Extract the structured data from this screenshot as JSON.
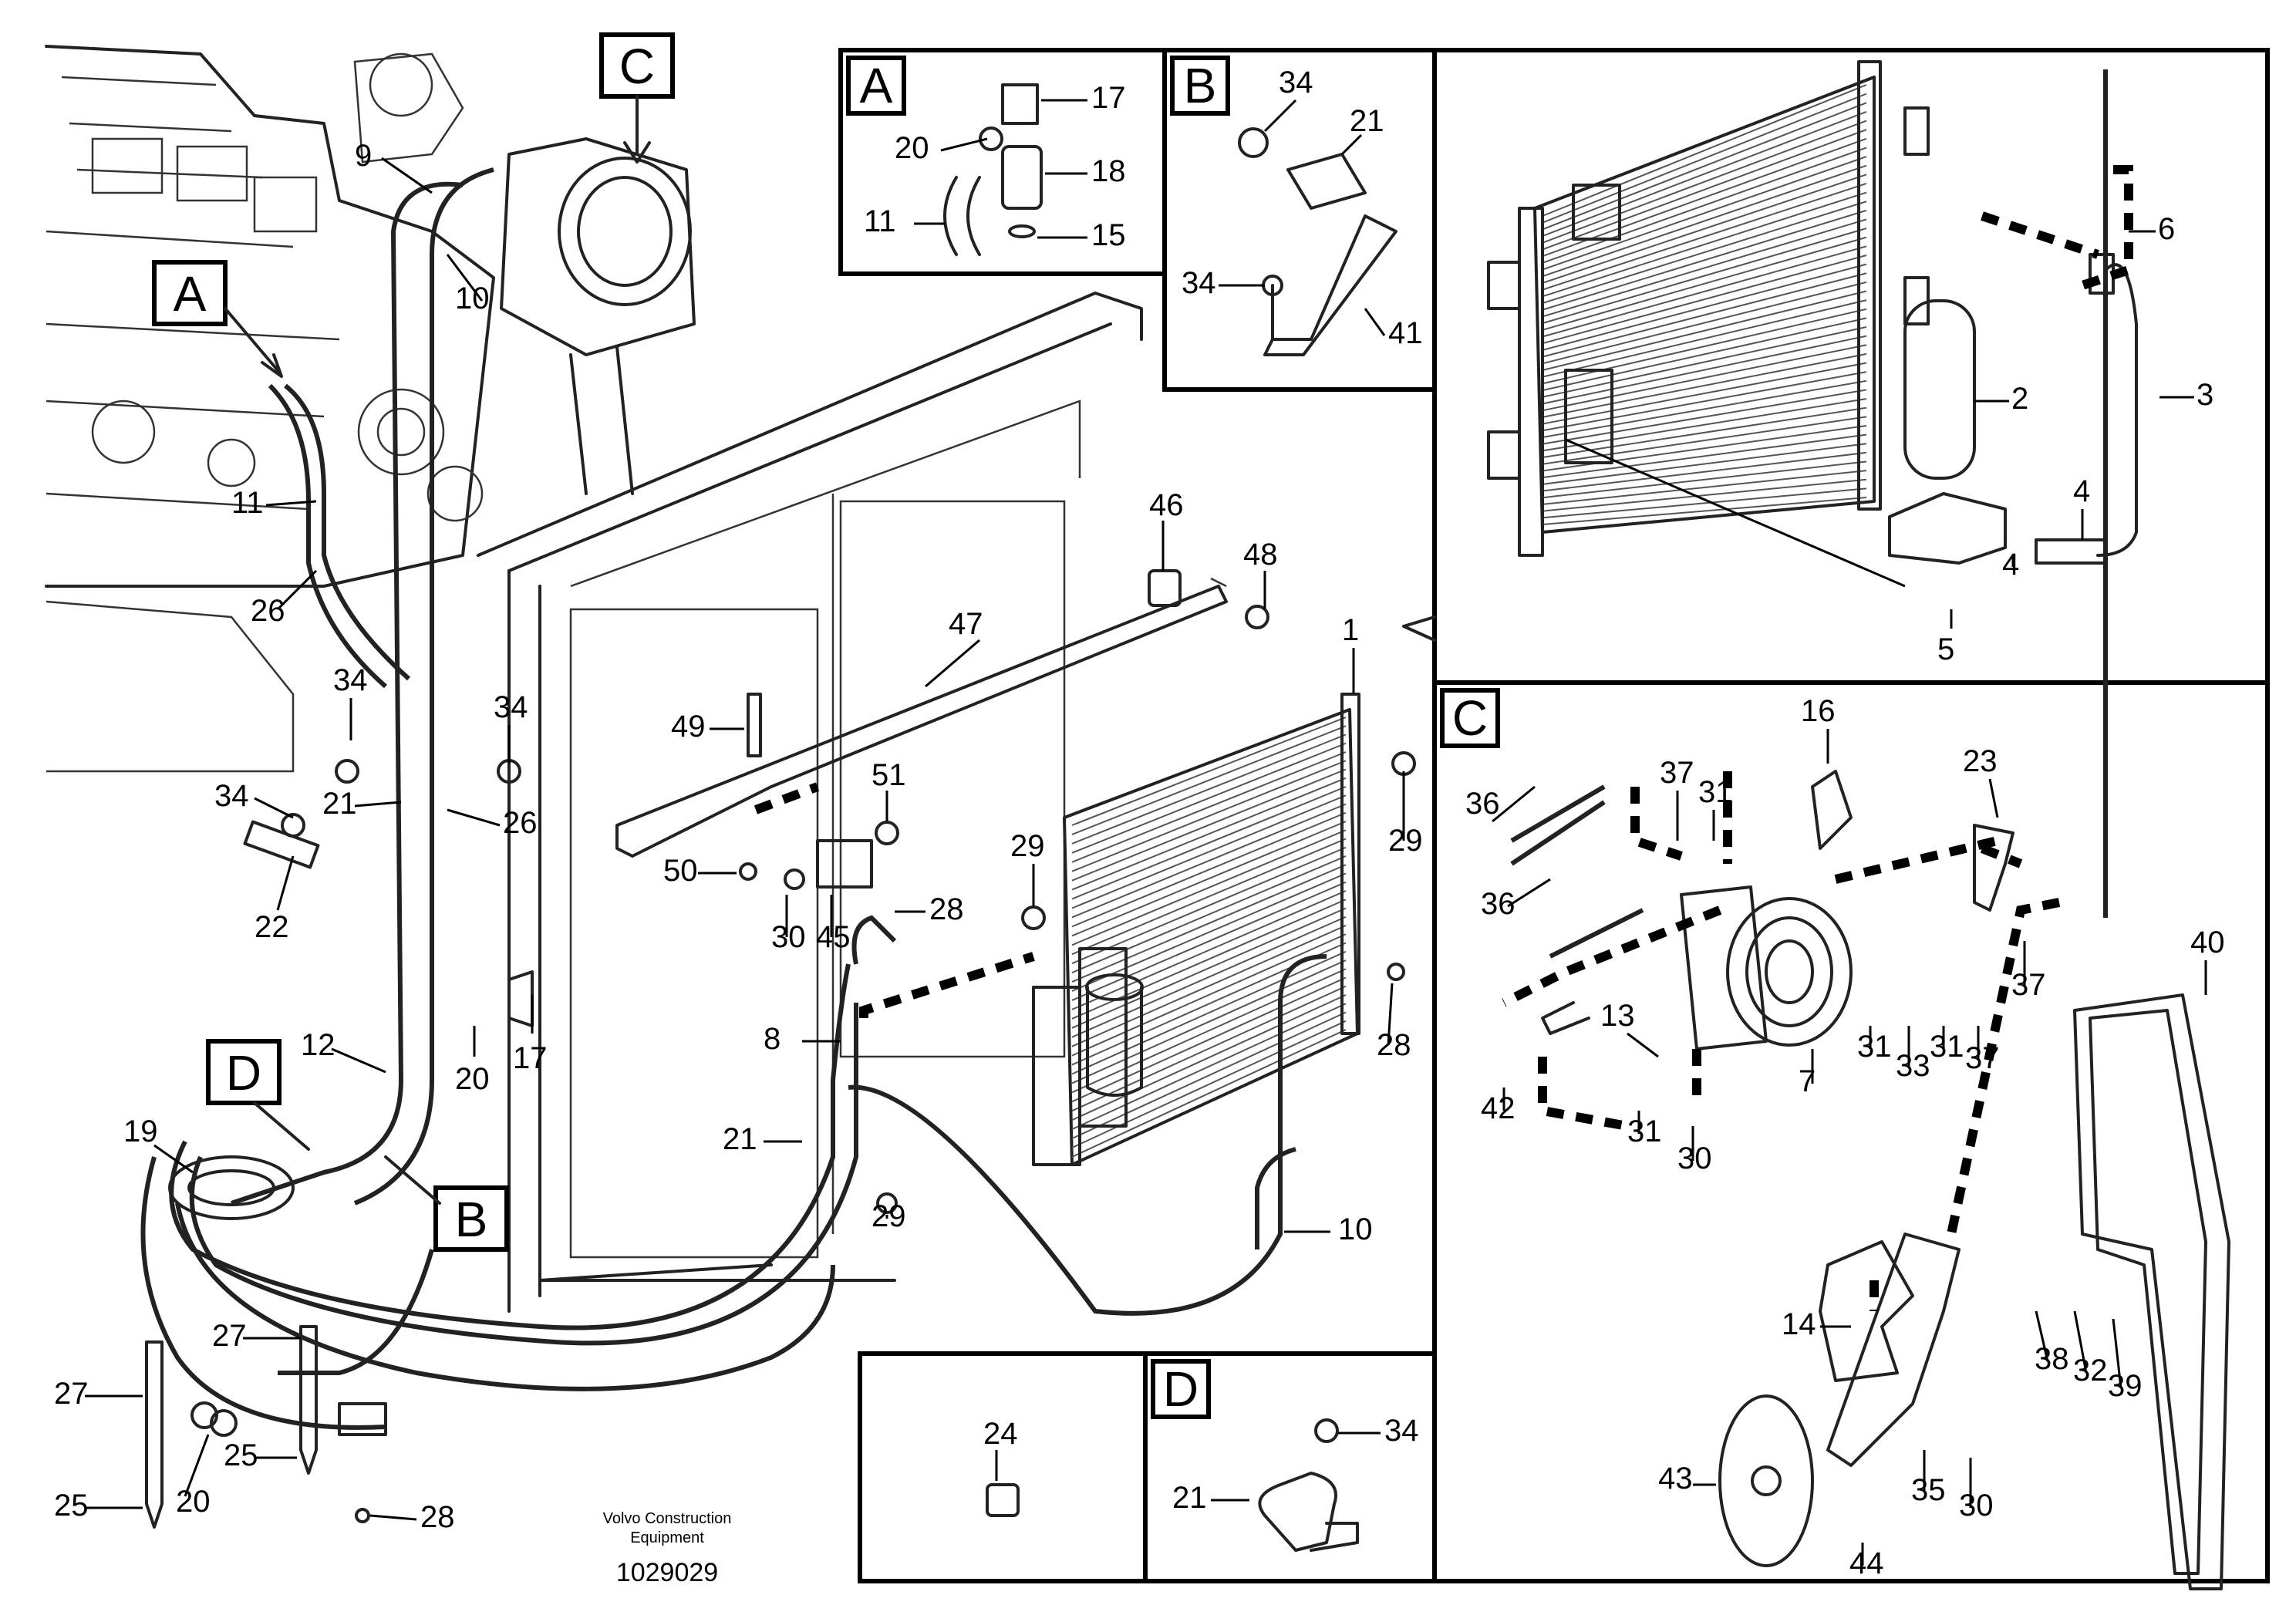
{
  "title": "",
  "footer": {
    "brand_line1": "Volvo Construction",
    "brand_line2": "Equipment",
    "drawing_number": "1029029"
  },
  "detail_boxes": {
    "a": "A",
    "b": "B",
    "c": "C",
    "d": "D"
  },
  "callouts": {
    "a": "A",
    "b": "B",
    "c": "C",
    "d": "D",
    "n1": "1",
    "n2": "2",
    "n3": "3",
    "n4": "4",
    "n5": "5",
    "n6": "6",
    "n7": "7",
    "n8": "8",
    "n9": "9",
    "n10": "10",
    "n11": "11",
    "n12": "12",
    "n13": "13",
    "n14": "14",
    "n15": "15",
    "n16": "16",
    "n17": "17",
    "n18": "18",
    "n19": "19",
    "n20": "20",
    "n21": "21",
    "n22": "22",
    "n23": "23",
    "n24": "24",
    "n25": "25",
    "n26": "26",
    "n27": "27",
    "n28": "28",
    "n29": "29",
    "n30": "30",
    "n31": "31",
    "n32": "32",
    "n33": "33",
    "n34": "34",
    "n35": "35",
    "n36": "36",
    "n37": "37",
    "n38": "38",
    "n39": "39",
    "n40": "40",
    "n41": "41",
    "n42": "42",
    "n43": "43",
    "n44": "44",
    "n45": "45",
    "n46": "46",
    "n47": "47",
    "n48": "48",
    "n49": "49",
    "n50": "50",
    "n51": "51"
  },
  "colors": {
    "line": "#222222",
    "background": "#ffffff"
  }
}
